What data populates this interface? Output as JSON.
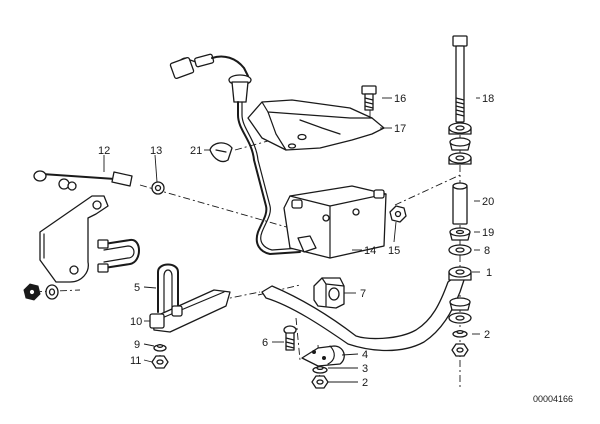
{
  "callouts": {
    "c1": "1",
    "c2a": "2",
    "c2b": "2",
    "c3": "3",
    "c4": "4",
    "c5": "5",
    "c6": "6",
    "c7": "7",
    "c8": "8",
    "c9": "9",
    "c10": "10",
    "c11": "11",
    "c12": "12",
    "c13": "13",
    "c14": "14",
    "c15": "15",
    "c16": "16",
    "c17": "17",
    "c18": "18",
    "c19": "19",
    "c20": "20",
    "c21": "21"
  },
  "reference_number": "00004166"
}
